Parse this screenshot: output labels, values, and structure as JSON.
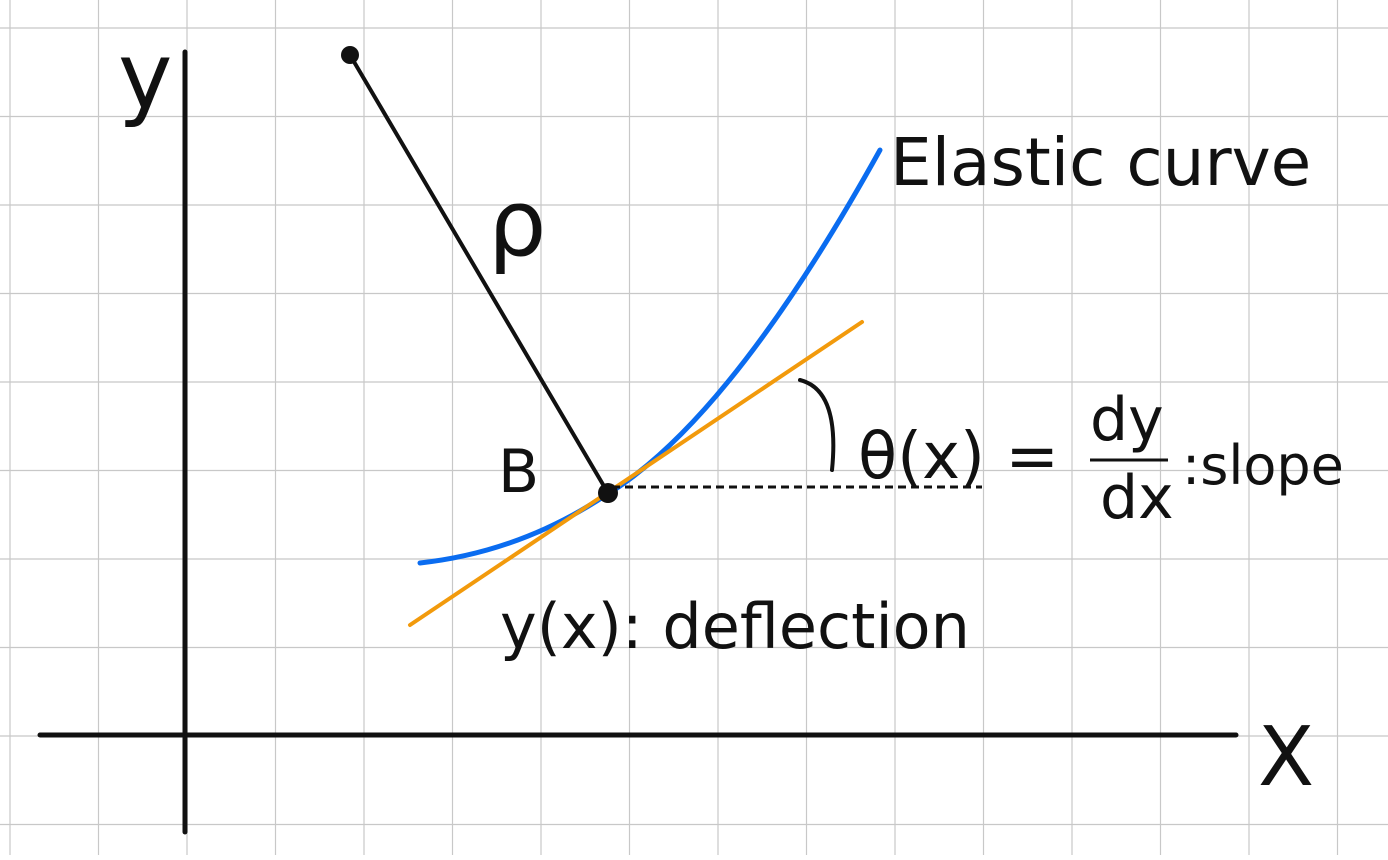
{
  "diagram": {
    "labels": {
      "y_axis": "y",
      "x_axis": "X",
      "radius": "ρ",
      "point": "B",
      "curve": "Elastic curve",
      "deflection": "y(x): deflection",
      "slope_lhs": "θ(x) =",
      "slope_num": "dy",
      "slope_den": "dx",
      "slope_rhs": ":slope"
    },
    "colors": {
      "background": "#ffffff",
      "grid": "#c8c8c8",
      "ink": "#111111",
      "elastic_curve": "#0a6cf0",
      "tangent": "#f29a0c"
    }
  }
}
